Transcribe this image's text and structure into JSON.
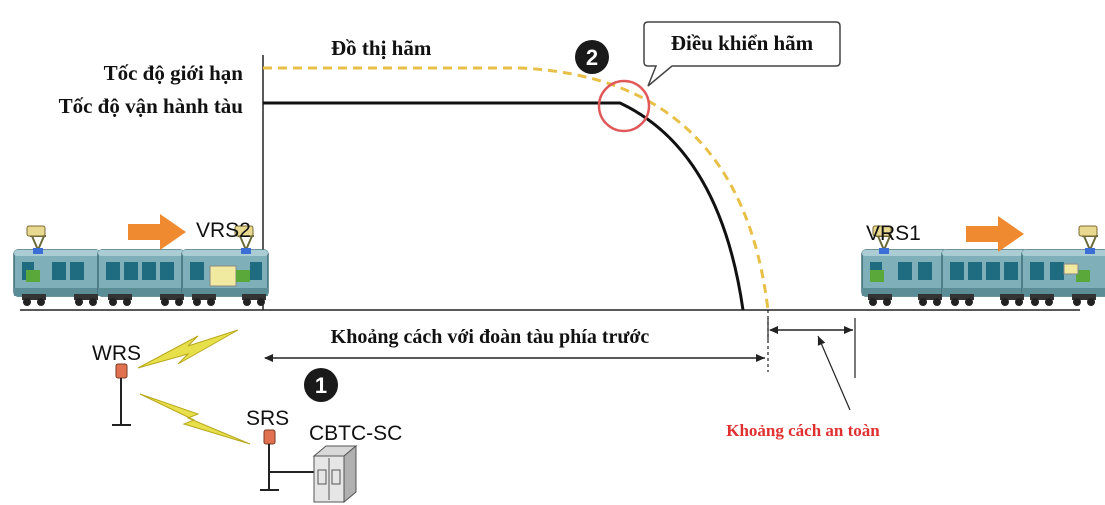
{
  "labels": {
    "braking_curve": "Đồ thị hãm",
    "speed_limit": "Tốc độ giới hạn",
    "operating_speed": "Tốc độ vận hành tàu",
    "brake_control": "Điều khiển hãm",
    "distance_to_front_train": "Khoảng cách với đoàn tàu phía trước",
    "safety_distance": "Khoảng cách an toàn",
    "vrs2": "VRS2",
    "vrs1": "VRS1",
    "wrs": "WRS",
    "srs": "SRS",
    "cbtc_sc": "CBTC-SC",
    "marker_1": "1",
    "marker_2": "2"
  },
  "colors": {
    "speed_limit_curve": "#e8c048",
    "operating_curve": "#111111",
    "highlight_circle": "#e05858",
    "arrow": "#f08a30",
    "lightning": "#e8e04a",
    "safety_text": "#e03030",
    "train_body": "#6fa3ad",
    "train_window": "#1f6c80",
    "pantograph": "#e8d890",
    "equipment": "#5aa83a"
  },
  "icons": {
    "direction_arrow": "orange-arrow-icon",
    "radio_link": "lightning-icon",
    "antenna": "antenna-icon",
    "server": "server-cabinet-icon",
    "train": "train-icon"
  }
}
